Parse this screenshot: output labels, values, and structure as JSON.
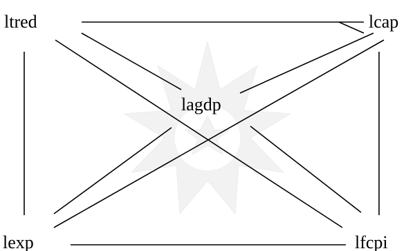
{
  "colors": {
    "background": "#ffffff",
    "ink": "#000000",
    "watermark": "#e9e9e9"
  },
  "nodes": [
    {
      "id": "ltred",
      "label": "ltred"
    },
    {
      "id": "lcap",
      "label": "lcap"
    },
    {
      "id": "lagdp",
      "label": "lagdp"
    },
    {
      "id": "lexp",
      "label": "lexp"
    },
    {
      "id": "lfcpi",
      "label": "lfcpi"
    }
  ],
  "edges": [
    {
      "from": "ltred",
      "to": "lcap"
    },
    {
      "from": "ltred",
      "to": "lagdp"
    },
    {
      "from": "ltred",
      "to": "lfcpi"
    },
    {
      "from": "ltred",
      "to": "lexp"
    },
    {
      "from": "lcap",
      "to": "lagdp"
    },
    {
      "from": "lcap",
      "to": "lexp"
    },
    {
      "from": "lcap",
      "to": "lfcpi"
    },
    {
      "from": "lagdp",
      "to": "lexp"
    },
    {
      "from": "lagdp",
      "to": "lfcpi"
    },
    {
      "from": "lexp",
      "to": "lfcpi"
    }
  ],
  "watermark": {
    "icon": "ornamental-star-watermark"
  }
}
